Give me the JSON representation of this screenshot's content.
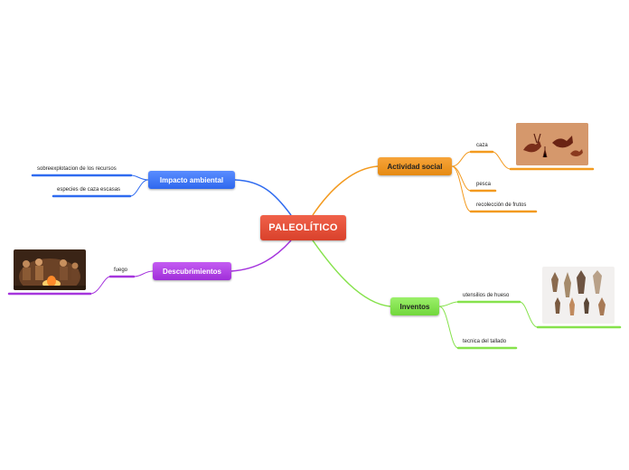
{
  "central": {
    "label": "PALEOLÍTICO"
  },
  "branches": {
    "impacto": {
      "label": "Impacto ambiental",
      "color": "#2f6bf0",
      "leaves": [
        "sobreexplotacion de los recursos",
        "especies de caza escasas"
      ]
    },
    "descubrimientos": {
      "label": "Descubrimientos",
      "color": "#a535dd",
      "leaves": [
        "fuego"
      ],
      "image": "cave-family-fire-image"
    },
    "social": {
      "label": "Actividad social",
      "color": "#f39a1f",
      "leaves": [
        "caza",
        "pesca",
        "recolección de frutos"
      ],
      "image": "cave-painting-image"
    },
    "inventos": {
      "label": "Inventos",
      "color": "#86e24c",
      "leaves": [
        "utensilios de hueso",
        "tecnica del tallado"
      ],
      "image": "stone-arrowheads-image"
    }
  },
  "central_color": "#e24c34"
}
